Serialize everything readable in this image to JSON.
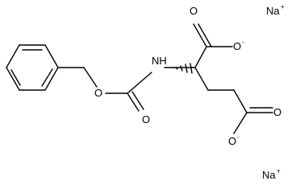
{
  "molecule": {
    "atoms": {
      "nh": "NH",
      "o_ester": "O",
      "o_carbonyl": "O",
      "o_alpha_carbonyl": "O",
      "o_alpha_minus": "O",
      "o_side_carbonyl": "O",
      "o_side_minus": "O"
    },
    "counterions": {
      "na_top": "Na",
      "na_bottom": "Na"
    },
    "charges": {
      "minus_top": "-",
      "minus_bottom": "-",
      "plus_top": "+",
      "plus_bottom": "+"
    }
  }
}
